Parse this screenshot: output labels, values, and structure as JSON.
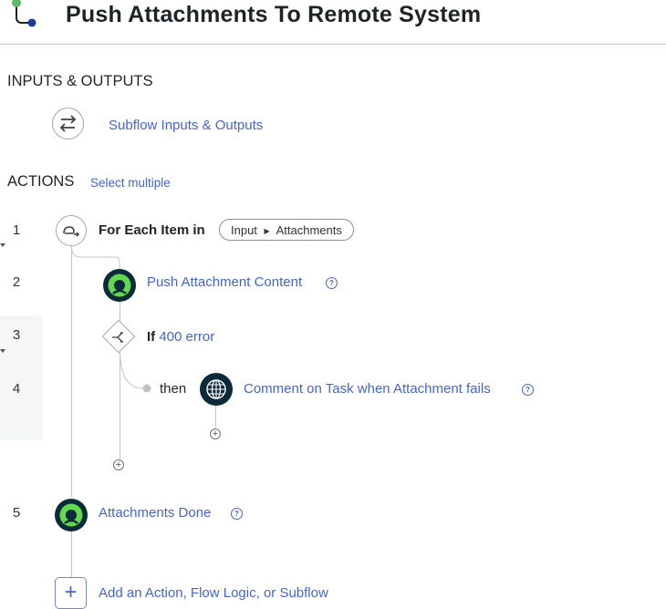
{
  "header": {
    "title": "Push Attachments To Remote System",
    "icon": "subflow-icon",
    "colors": {
      "green": "#5fb96a",
      "blue": "#1e3a9e"
    }
  },
  "inputs_outputs": {
    "section_label": "INPUTS & OUTPUTS",
    "link_label": "Subflow Inputs & Outputs",
    "icon": "arrows-exchange-icon"
  },
  "actions": {
    "section_label": "ACTIONS",
    "select_multiple_label": "Select multiple",
    "steps": [
      {
        "number": "1",
        "type": "for-each",
        "label": "For Each Item in",
        "pill": {
          "left": "Input",
          "right": "Attachments"
        }
      },
      {
        "number": "2",
        "type": "action",
        "label": "Push Attachment Content",
        "help": "?"
      },
      {
        "number": "3",
        "type": "if",
        "keyword": "If",
        "condition": "400 error"
      },
      {
        "number": "4",
        "type": "action",
        "then_label": "then",
        "label": "Comment on Task when Attachment fails",
        "help": "?",
        "icon": "globe-icon"
      },
      {
        "number": "5",
        "type": "action",
        "label": "Attachments Done",
        "help": "?"
      }
    ],
    "add_label": "Add an Action, Flow Logic, or Subflow",
    "plus_glyph": "+",
    "add_glyph": "+"
  },
  "colors": {
    "link": "#4563d8",
    "servicenow_dark": "#0b2a3a",
    "servicenow_green": "#62d84e"
  }
}
